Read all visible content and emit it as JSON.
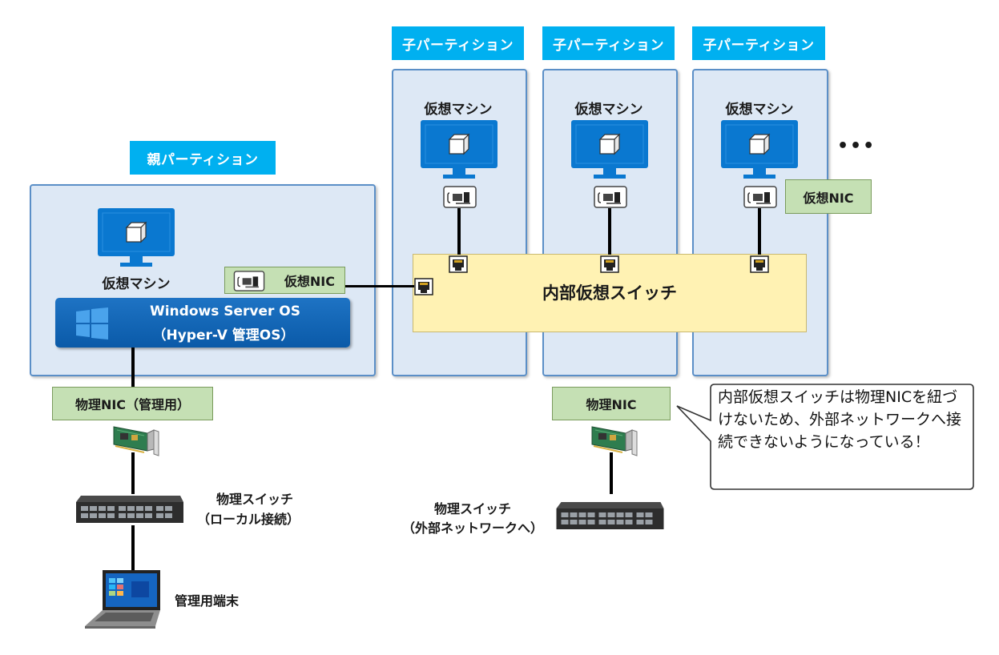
{
  "child_partitions": [
    {
      "title": "子パーティション",
      "vm_label": "仮想マシン"
    },
    {
      "title": "子パーティション",
      "vm_label": "仮想マシン"
    },
    {
      "title": "子パーティション",
      "vm_label": "仮想マシン"
    }
  ],
  "parent_partition": {
    "title": "親パーティション",
    "vm_label": "仮想マシン",
    "os_line1": "Windows Server OS",
    "os_line2": "（Hyper-V 管理OS）"
  },
  "virtual_nic_label": "仮想NIC",
  "ellipsis": "•••",
  "internal_switch_label": "内部仮想スイッチ",
  "physical_nic_mgmt_label": "物理NIC（管理用）",
  "physical_nic_label": "物理NIC",
  "physical_switch_local": {
    "line1": "物理スイッチ",
    "line2": "（ローカル接続）"
  },
  "physical_switch_external": {
    "line1": "物理スイッチ",
    "line2": "（外部ネットワークへ）"
  },
  "management_terminal_label": "管理用端末",
  "callout_text": "内部仮想スイッチは物理NICを紐づけないため、外部ネットワークへ接続できないようになっている！",
  "colors": {
    "partition_title_bg": "#00b0f0",
    "partition_bg": "#dde8f5",
    "partition_border": "#5b8fc7",
    "label_green": "#c5e0b4",
    "switch_yellow": "#fff2b3",
    "windows_blue": "#0f67b8",
    "monitor_blue": "#0a78d0"
  }
}
